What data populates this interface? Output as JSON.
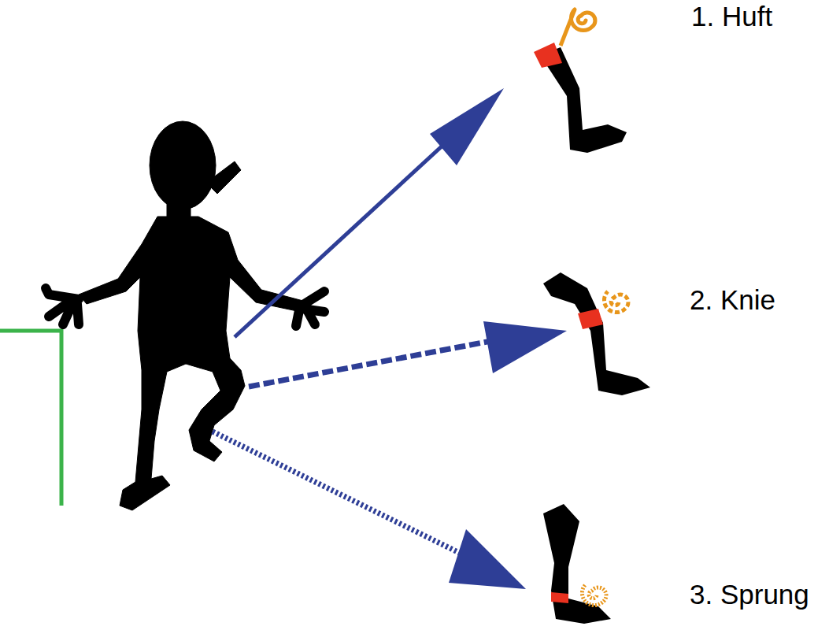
{
  "diagram": {
    "labels": [
      "1. Huft",
      "2. Knie",
      "3. Sprung"
    ]
  }
}
